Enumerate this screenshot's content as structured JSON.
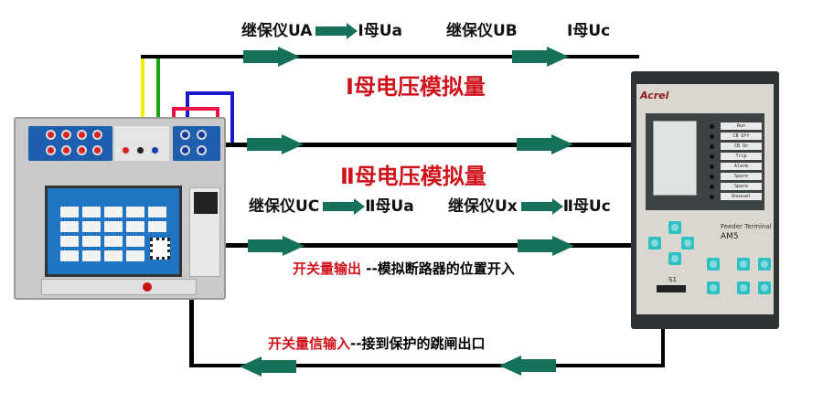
{
  "top_labels": {
    "a": "继保仪UA",
    "a_to": "Ⅰ母Ua",
    "b": "继保仪UB",
    "c_to": "Ⅰ母Uc"
  },
  "bus1_title": "Ⅰ母电压模拟量",
  "bus2_title": "Ⅱ母电压模拟量",
  "mid_labels": {
    "c": "继保仪UC",
    "c_to": "Ⅱ母Ua",
    "x": "继保仪Ux",
    "x_to": "Ⅱ母Uc"
  },
  "switch_output": {
    "red": "开关量输出",
    "black": "--模拟断路器的位置开入"
  },
  "switch_input": {
    "red": "开关量信输入",
    "black": "--接到保护的跳闸出口"
  },
  "relay": {
    "brand": "Acrel",
    "model_desc": "Feeder Terminal",
    "model": "AM5",
    "port": "S1",
    "indicators": [
      "Run",
      "CB Off",
      "CB On",
      "Trip",
      "Alarm",
      "Spare",
      "Spare",
      "Unusual"
    ]
  },
  "colors": {
    "arrow": "#16715a",
    "title_red": "#d0121b",
    "wire_yellow": "#f0f000",
    "wire_green": "#1aa31a",
    "wire_red": "#ee1144",
    "wire_blue": "#1a1acc"
  }
}
